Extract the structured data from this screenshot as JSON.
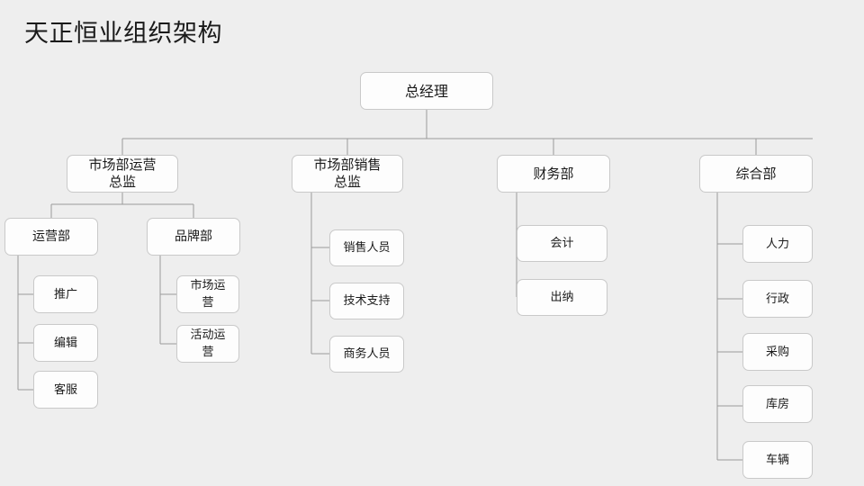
{
  "title": "天正恒业组织架构",
  "theme": {
    "background": "#eeeeee",
    "node_fill": "#fdfdfd",
    "node_border": "#c9c9c9",
    "connector": "#9a9a9a",
    "text": "#1a1a1a"
  },
  "org_chart": {
    "type": "tree",
    "root": {
      "label": "总经理",
      "children": [
        {
          "label": "市场部运营\n总监",
          "children": [
            {
              "label": "运营部",
              "children": [
                {
                  "label": "推广"
                },
                {
                  "label": "编辑"
                },
                {
                  "label": "客服"
                }
              ]
            },
            {
              "label": "品牌部",
              "children": [
                {
                  "label": "市场运\n营"
                },
                {
                  "label": "活动运\n营"
                }
              ]
            }
          ]
        },
        {
          "label": "市场部销售\n总监",
          "children": [
            {
              "label": "销售人员"
            },
            {
              "label": "技术支持"
            },
            {
              "label": "商务人员"
            }
          ]
        },
        {
          "label": "财务部",
          "children": [
            {
              "label": "会计"
            },
            {
              "label": "出纳"
            }
          ]
        },
        {
          "label": "综合部",
          "children": [
            {
              "label": "人力"
            },
            {
              "label": "行政"
            },
            {
              "label": "采购"
            },
            {
              "label": "库房"
            },
            {
              "label": "车辆"
            }
          ]
        }
      ]
    }
  },
  "nodes": {
    "root": "总经理",
    "mkt_ops_director": "市场部运营\n总监",
    "mkt_sales_director": "市场部销售\n总监",
    "finance_dept": "财务部",
    "general_dept": "综合部",
    "ops_dept": "运营部",
    "brand_dept": "品牌部",
    "promotion": "推广",
    "editing": "编辑",
    "customer_service": "客服",
    "market_ops": "市场运\n营",
    "event_ops": "活动运\n营",
    "sales_staff": "销售人员",
    "tech_support": "技术支持",
    "business_staff": "商务人员",
    "accounting": "会计",
    "cashier": "出纳",
    "human_resources": "人力",
    "administration": "行政",
    "procurement": "采购",
    "warehouse": "库房",
    "vehicles": "车辆"
  }
}
